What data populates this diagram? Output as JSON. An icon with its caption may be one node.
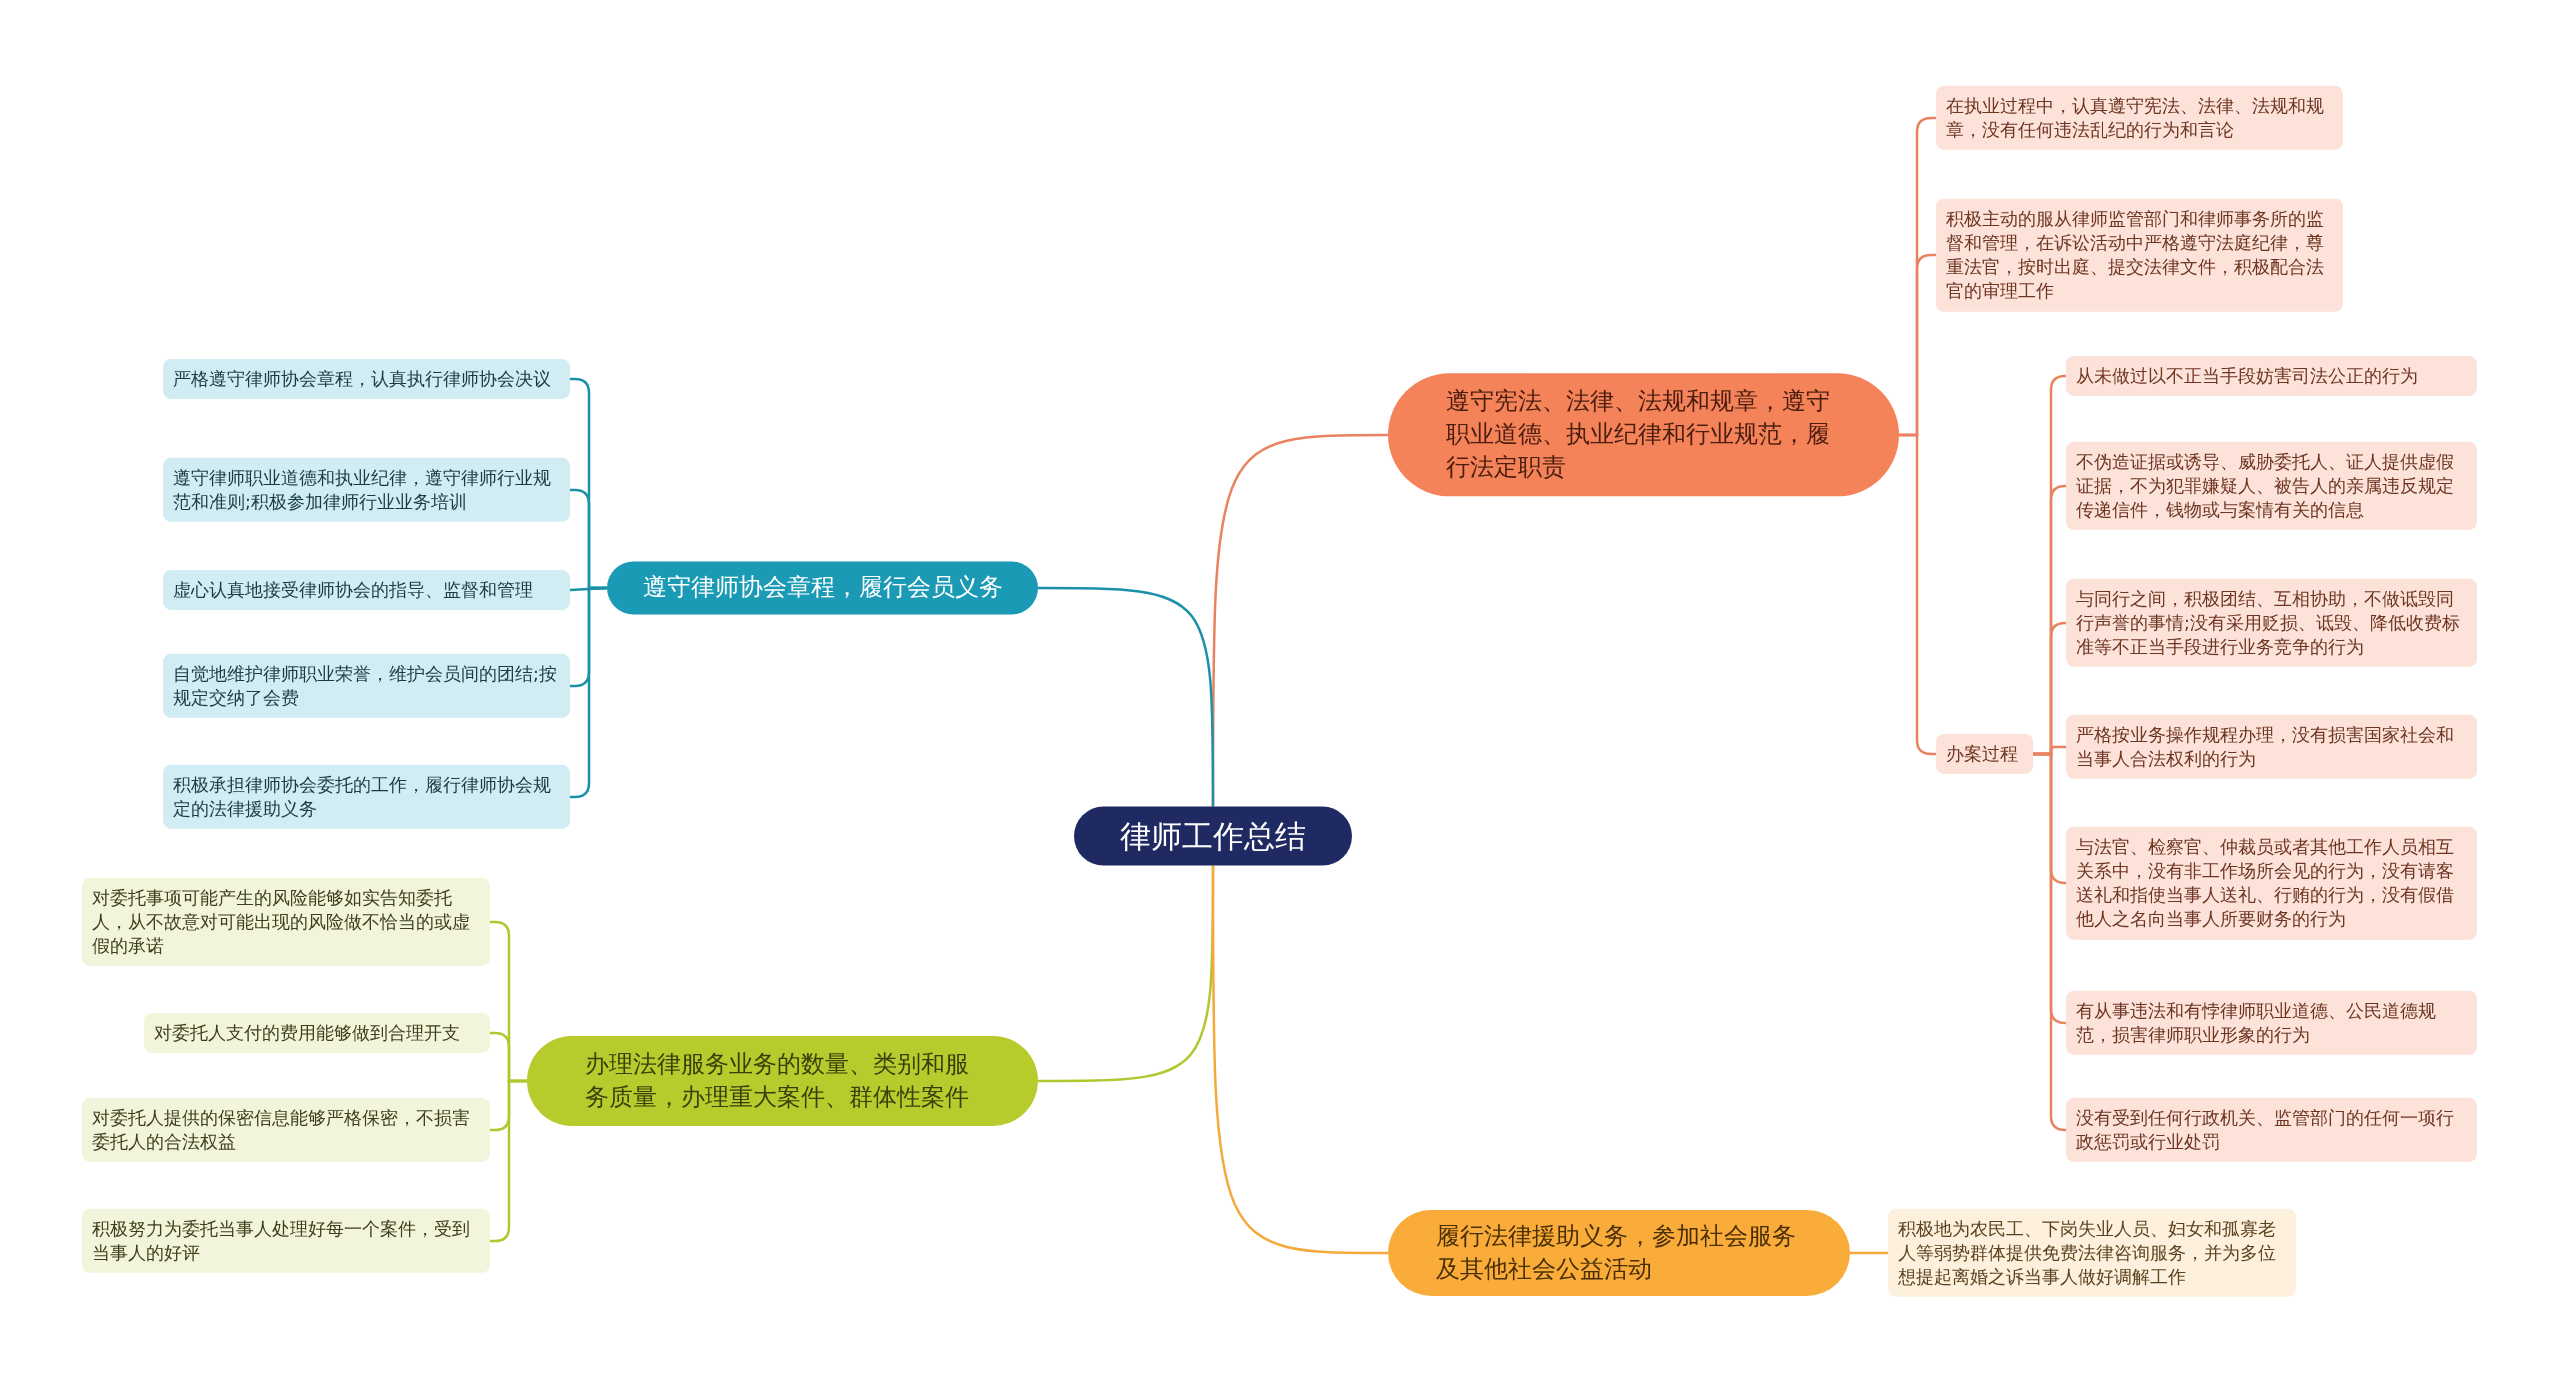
{
  "diagram": {
    "nodes": [
      {
        "text": [
          "律师工作总结"
        ]
      },
      {
        "text": [
          "遵守宪法、法律、法规和规章，遵守职业道德、执业纪律和行业规范，履行法定职责"
        ]
      },
      {
        "text": [
          "在执业过程中，认真遵守宪法、法律、法规和规章，没有任何违法乱纪的行为和言论"
        ]
      },
      {
        "text": [
          "积极主动的服从律师监管部门和律师事务所的监督和管理，在诉讼活动中严格遵守法庭纪律，尊重法官，按时出庭、提交法律文件，积极配合法官的审理工作"
        ]
      },
      {
        "text": [
          "办案过程"
        ]
      },
      {
        "text": [
          "从未做过以不正当手段妨害司法公正的行为"
        ]
      },
      {
        "text": [
          "不伪造证据或诱导、威胁委托人、证人提供虚假证据，不为犯罪嫌疑人、被告人的亲属违反规定传递信件，钱物或与案情有关的信息"
        ]
      },
      {
        "text": [
          "与同行之间，积极团结、互相协助，不做诋毁同行声誉的事情;没有采用贬损、诋毁、降低收费标准等不正当手段进行业务竞争的行为"
        ]
      },
      {
        "text": [
          "严格按业务操作规程办理，没有损害国家社会和当事人合法权利的行为"
        ]
      },
      {
        "text": [
          "与法官、检察官、仲裁员或者其他工作人员相互关系中，没有非工作场所会见的行为，没有请客送礼和指使当事人送礼、行贿的行为，没有假借他人之名向当事人所要财务的行为"
        ]
      },
      {
        "text": [
          "有从事违法和有悖律师职业道德、公民道德规范，损害律师职业形象的行为"
        ]
      },
      {
        "text": [
          "没有受到任何行政机关、监管部门的任何一项行政惩罚或行业处罚"
        ]
      },
      {
        "text": [
          "遵守律师协会章程，履行会员义务"
        ]
      },
      {
        "text": [
          "严格遵守律师协会章程，认真执行律师协会决议"
        ]
      },
      {
        "text": [
          "遵守律师职业道德和执业纪律，遵守律师行业规范和准则;积极参加律师行业业务培训"
        ]
      },
      {
        "text": [
          "虚心认真地接受律师协会的指导、监督和管理"
        ]
      },
      {
        "text": [
          "自觉地维护律师职业荣誉，维护会员间的团结;按规定交纳了会费"
        ]
      },
      {
        "text": [
          "积极承担律师协会委托的工作，履行律师协会规定的法律援助义务"
        ]
      },
      {
        "text": [
          "办理法律服务业务的数量、类别和服务质量，办理重大案件、群体性案件"
        ]
      },
      {
        "text": [
          "对委托事项可能产生的风险能够如实告知委托人，从不故意对可能出现的风险做不恰当的或虚假的承诺"
        ]
      },
      {
        "text": [
          "对委托人支付的费用能够做到合理开支"
        ]
      },
      {
        "text": [
          "对委托人提供的保密信息能够严格保密，不损害委托人的合法权益"
        ]
      },
      {
        "text": [
          "积极努力为委托当事人处理好每一个案件，受到当事人的好评"
        ]
      },
      {
        "text": [
          "履行法律援助义务，参加社会服务及其他社会公益活动"
        ]
      },
      {
        "text": [
          "积极地为农民工、下岗失业人员、妇女和孤寡老人等弱势群体提供免费法律咨询服务，并为多位想提起离婚之诉当事人做好调解工作"
        ]
      }
    ],
    "edges": [
      {
        "from": 0,
        "to": 1,
        "arrow": "none"
      },
      {
        "from": 1,
        "to": 2,
        "arrow": "none"
      },
      {
        "from": 1,
        "to": 3,
        "arrow": "none"
      },
      {
        "from": 1,
        "to": 4,
        "arrow": "none"
      },
      {
        "from": 4,
        "to": 5,
        "arrow": "none"
      },
      {
        "from": 4,
        "to": 6,
        "arrow": "none"
      },
      {
        "from": 4,
        "to": 7,
        "arrow": "none"
      },
      {
        "from": 4,
        "to": 8,
        "arrow": "none"
      },
      {
        "from": 4,
        "to": 9,
        "arrow": "none"
      },
      {
        "from": 4,
        "to": 10,
        "arrow": "none"
      },
      {
        "from": 4,
        "to": 11,
        "arrow": "none"
      },
      {
        "from": 0,
        "to": 12,
        "arrow": "none",
        "color": "#1a91a8"
      },
      {
        "from": 12,
        "to": 13,
        "arrow": "none",
        "color": "#1a91a8"
      },
      {
        "from": 12,
        "to": 14,
        "arrow": "none",
        "color": "#1a91a8"
      },
      {
        "from": 12,
        "to": 15,
        "arrow": "none",
        "color": "#1a91a8"
      },
      {
        "from": 12,
        "to": 16,
        "arrow": "none",
        "color": "#1a91a8"
      },
      {
        "from": 12,
        "to": 17,
        "arrow": "none",
        "color": "#1a91a8"
      },
      {
        "from": 0,
        "to": 18,
        "arrow": "none",
        "color": "#b2c62e"
      },
      {
        "from": 18,
        "to": 19,
        "arrow": "none",
        "color": "#b2c62e"
      },
      {
        "from": 18,
        "to": 20,
        "arrow": "none",
        "color": "#b2c62e"
      },
      {
        "from": 18,
        "to": 21,
        "arrow": "none",
        "color": "#b2c62e"
      },
      {
        "from": 18,
        "to": 22,
        "arrow": "none",
        "color": "#b2c62e"
      },
      {
        "from": 0,
        "to": 23,
        "arrow": "none",
        "color": "#f5a93a"
      },
      {
        "from": 23,
        "to": 24,
        "arrow": "none",
        "color": "#f5a93a"
      }
    ]
  }
}
